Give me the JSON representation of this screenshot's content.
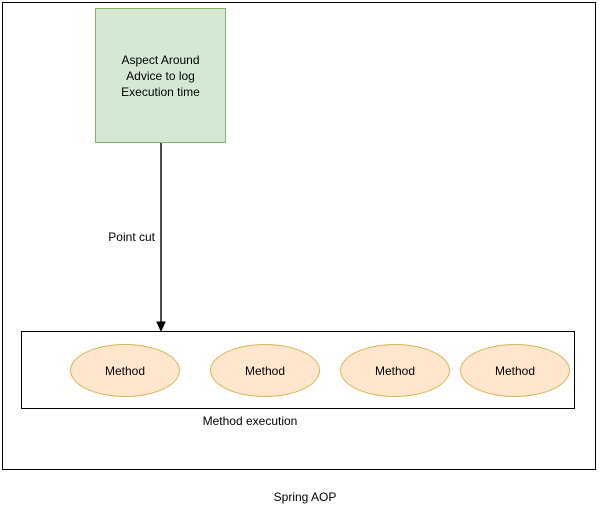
{
  "diagram": {
    "caption": "Spring AOP",
    "aspect_box": {
      "lines": [
        "Aspect Around",
        "Advice to log",
        "Execution time"
      ],
      "fill_color": "#d5e8d4",
      "stroke_color": "#82b366"
    },
    "connector": {
      "label": "Point cut",
      "stroke_color": "#000000",
      "arrow": "down-arrow-icon"
    },
    "method_execution": {
      "label": "Method execution",
      "fill_color": "#ffffff",
      "stroke_color": "#000000",
      "methods": [
        {
          "label": "Method"
        },
        {
          "label": "Method"
        },
        {
          "label": "Method"
        },
        {
          "label": "Method"
        }
      ],
      "method_fill_color": "#ffe6cc",
      "method_stroke_color": "#d6b656"
    },
    "canvas": {
      "background_color": "#ffffff",
      "border_color": "#000000"
    }
  }
}
